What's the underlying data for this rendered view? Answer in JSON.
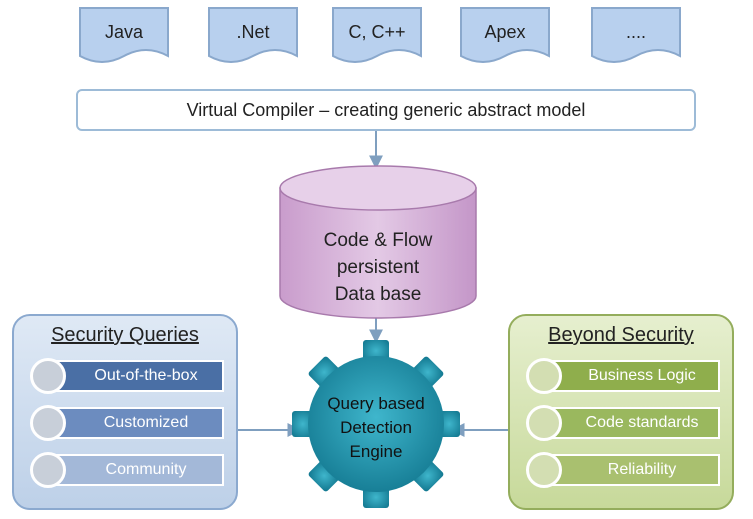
{
  "languages": [
    "Java",
    ".Net",
    "C, C++",
    "Apex",
    "...."
  ],
  "compiler_label": "Virtual Compiler – creating generic abstract model",
  "database_lines": [
    "Code & Flow",
    "persistent",
    "Data base"
  ],
  "engine_lines": [
    "Query based",
    "Detection",
    "Engine"
  ],
  "security_queries": {
    "title": "Security Queries",
    "items": [
      "Out-of-the-box",
      "Customized",
      "Community"
    ],
    "colors": [
      "#4a6fa5",
      "#6c8cbf",
      "#a3b8d8"
    ]
  },
  "beyond_security": {
    "title": "Beyond Security",
    "items": [
      "Business Logic",
      "Code standards",
      "Reliability"
    ],
    "colors": [
      "#8fae4c",
      "#9ab85e",
      "#a9c06f"
    ]
  },
  "colors": {
    "doc_fill": "#b8d0ee",
    "database_fill": "#d6b4d9",
    "gear_fill": "#1f90a8",
    "arrow": "#7f9fbf"
  }
}
